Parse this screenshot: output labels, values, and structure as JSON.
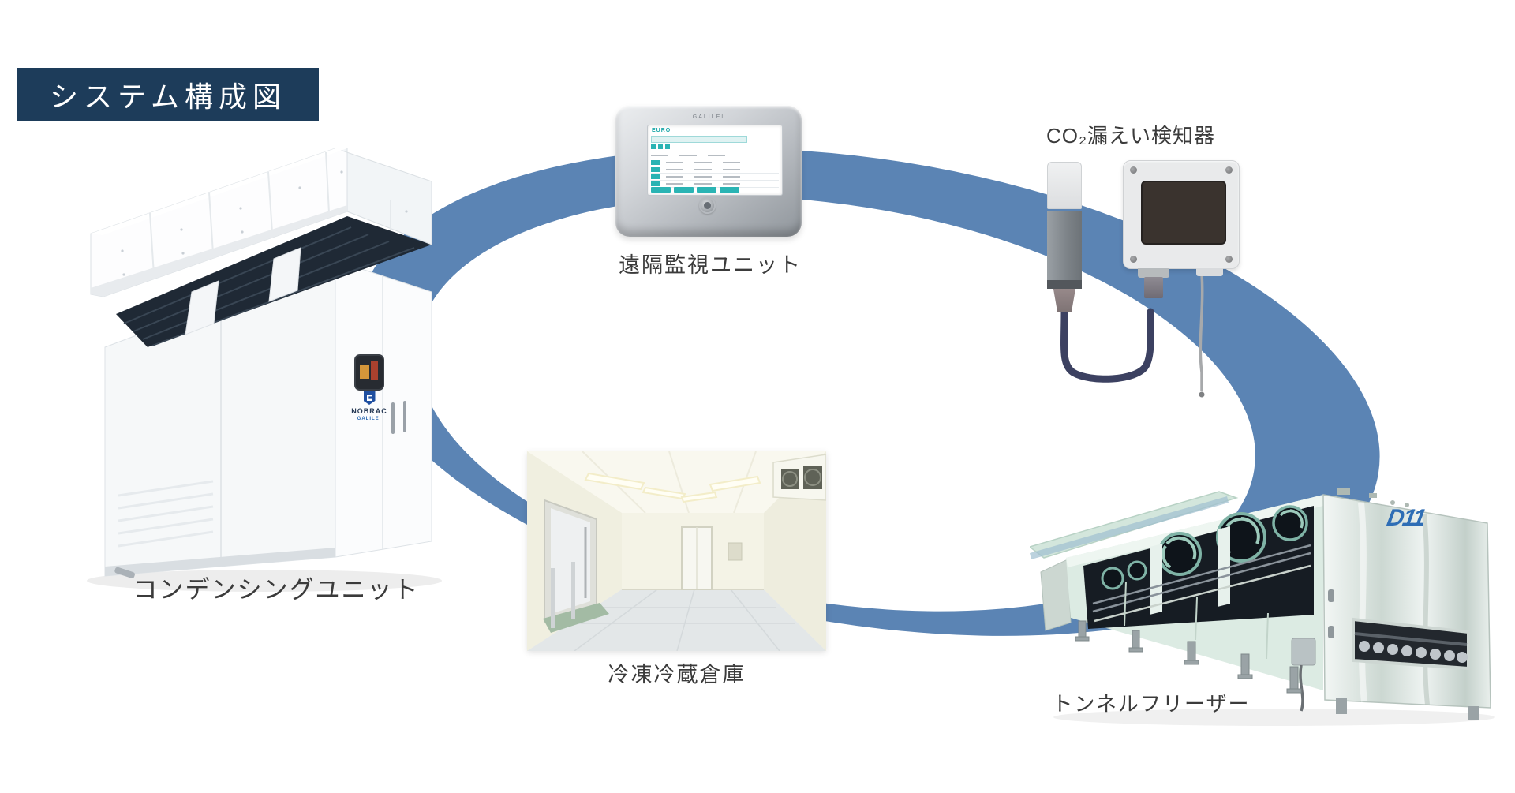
{
  "title": "システム構成図",
  "labels": {
    "condensing_unit": "コンデンシングユニット",
    "remote_monitor": "遠隔監視ユニット",
    "co2_detector": "CO₂漏えい検知器",
    "warehouse": "冷凍冷蔵倉庫",
    "tunnel_freezer": "トンネルフリーザー"
  },
  "branding": {
    "monitor_bezel": "GALILEI",
    "monitor_screen_logo": "EURO",
    "condensing_logo": "NOBRAC",
    "condensing_logo_sub": "GALILEI",
    "freezer_logo": "D11"
  },
  "colors": {
    "ring_blue": "#5b84b4",
    "badge_navy": "#1d3c5a",
    "label_text": "#3b3b3b"
  }
}
